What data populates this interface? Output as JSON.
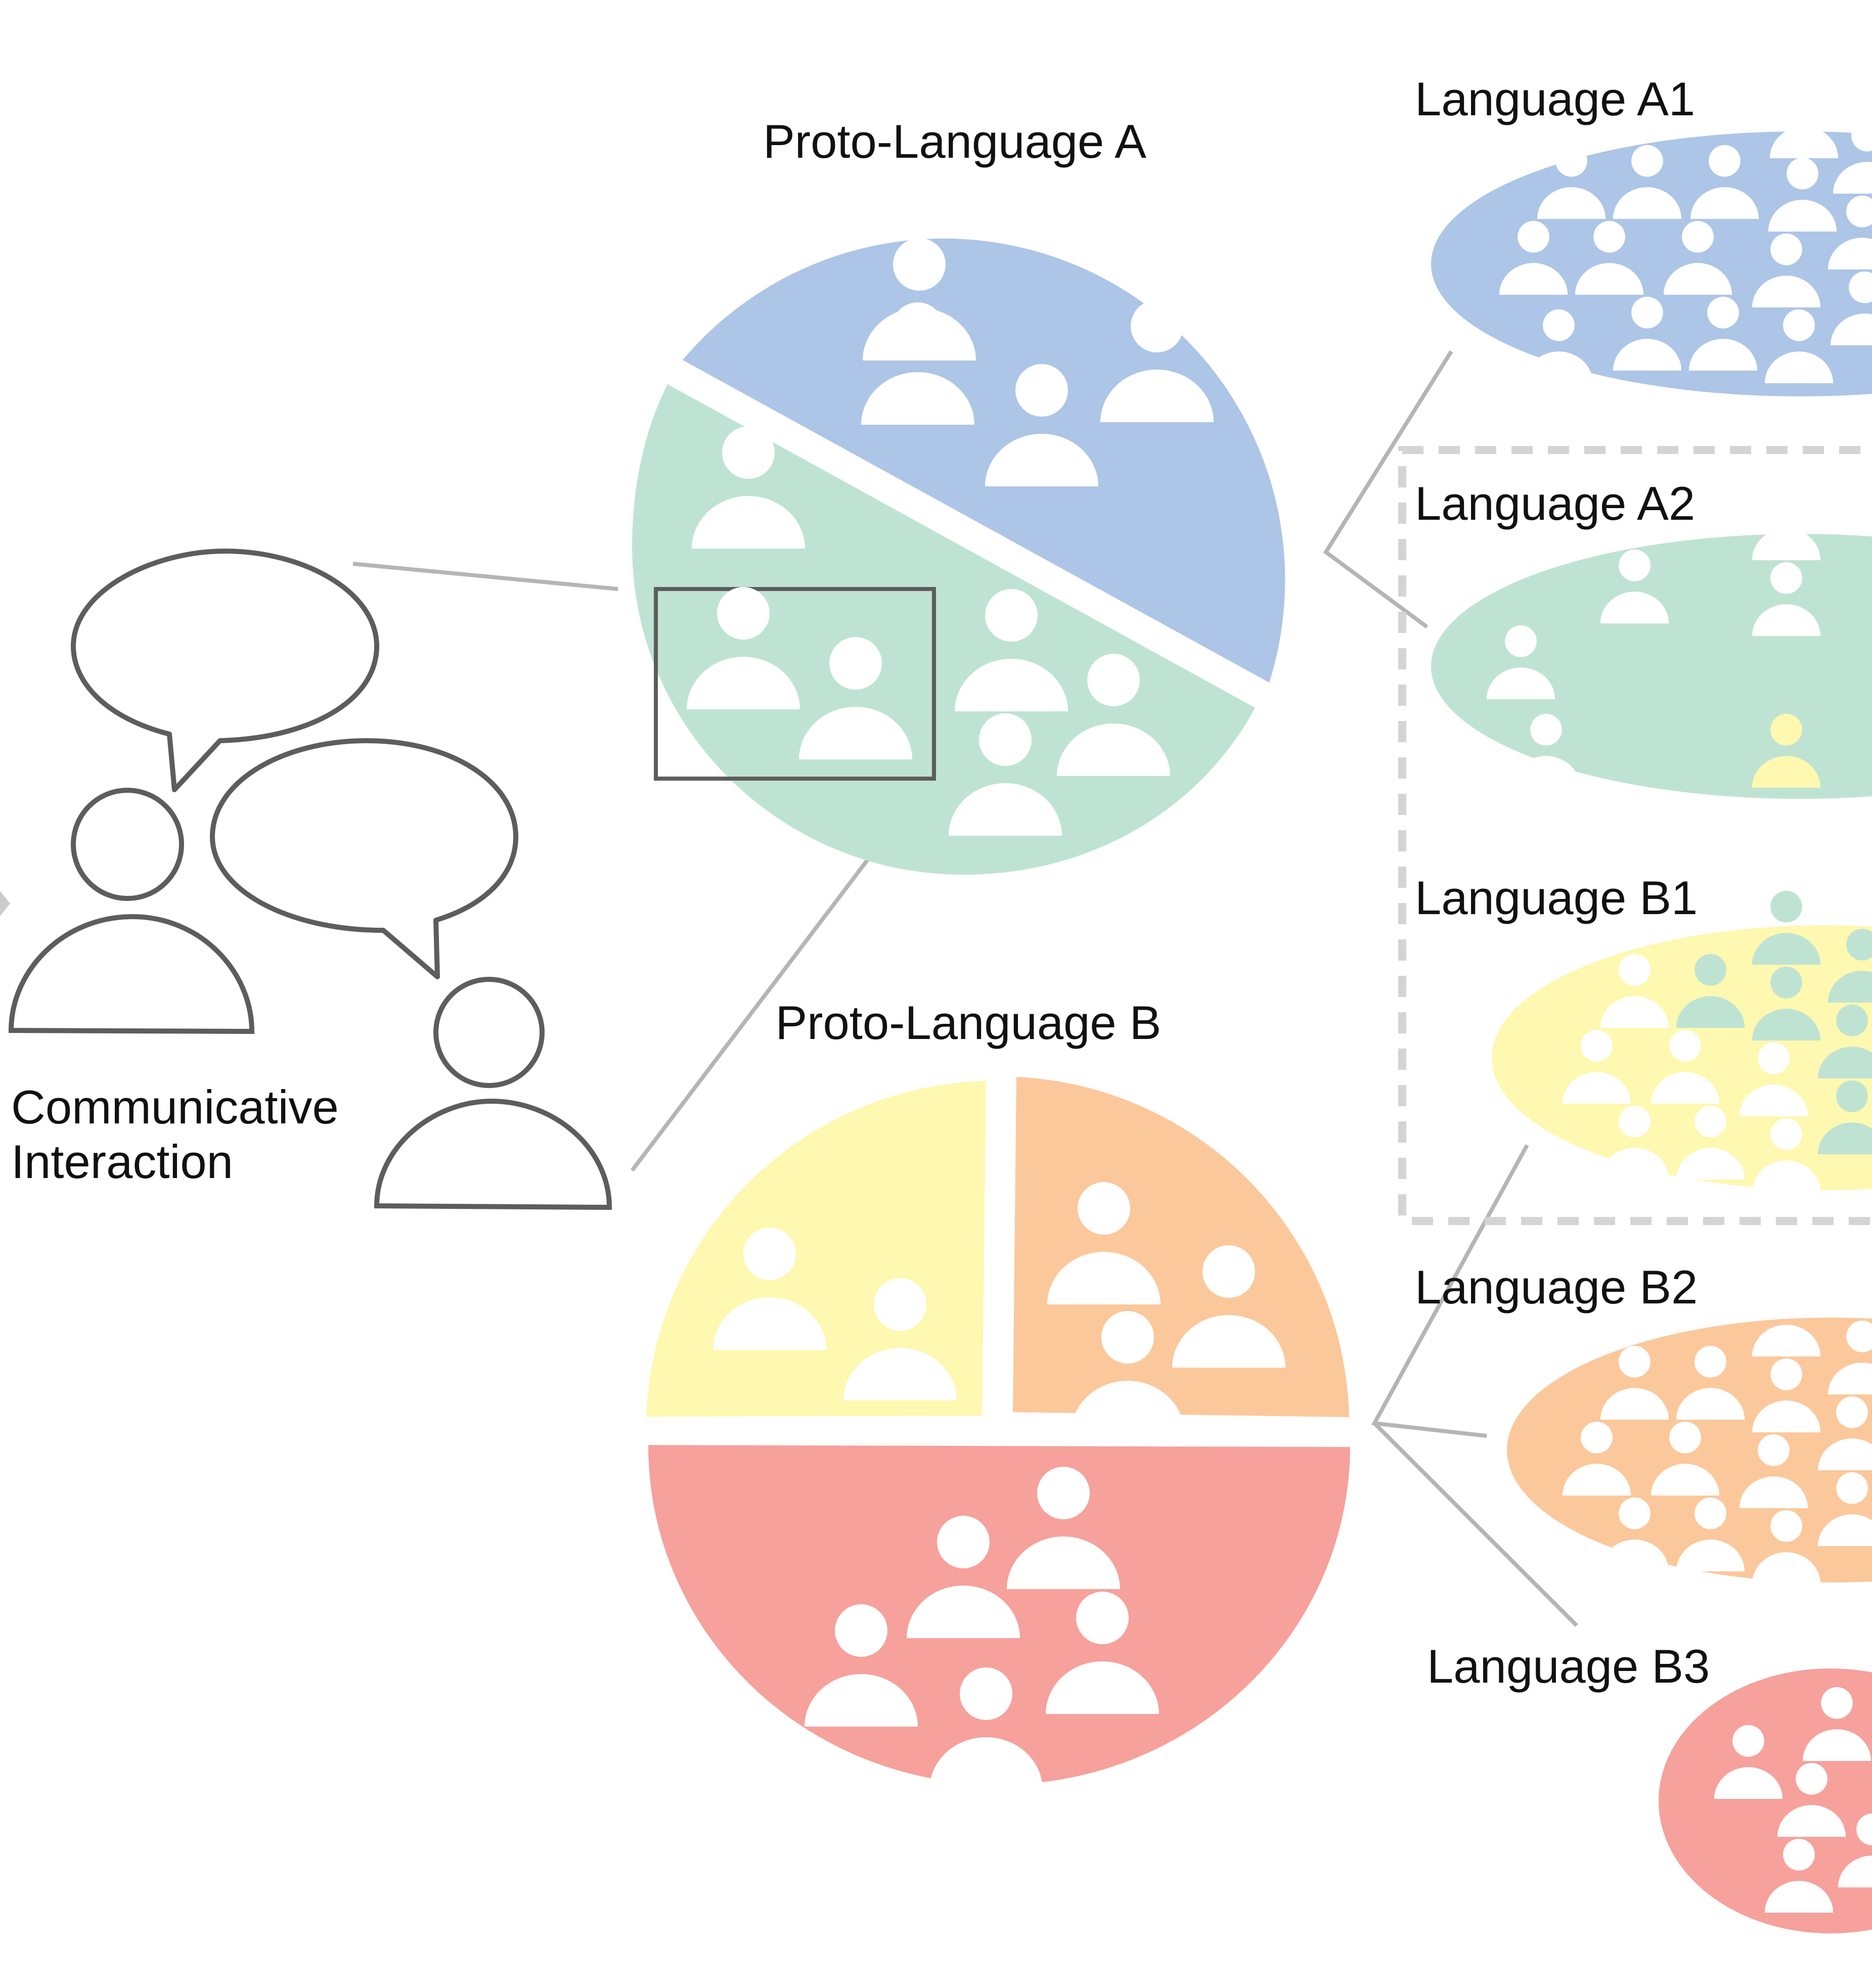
{
  "labels": {
    "proto_a": "Proto-Language A",
    "proto_b": "Proto-Language B",
    "comm_line1": "Communicative",
    "comm_line2": "Interaction",
    "lang_a1": "Language A1",
    "lang_a2": "Language A2",
    "lang_b1": "Language B1",
    "lang_b2": "Language B2",
    "lang_b3": "Language B3"
  },
  "colors": {
    "blue": "#adc5e6",
    "green": "#bfe3d3",
    "yellow": "#fef8b0",
    "orange": "#fbc89b",
    "red": "#f6a19b",
    "outline": "#5d5d5d",
    "connector": "#b5b5b5",
    "dashed_box": "#d4d4d4"
  },
  "icons": [
    "person-icon",
    "speech-bubble-icon"
  ]
}
